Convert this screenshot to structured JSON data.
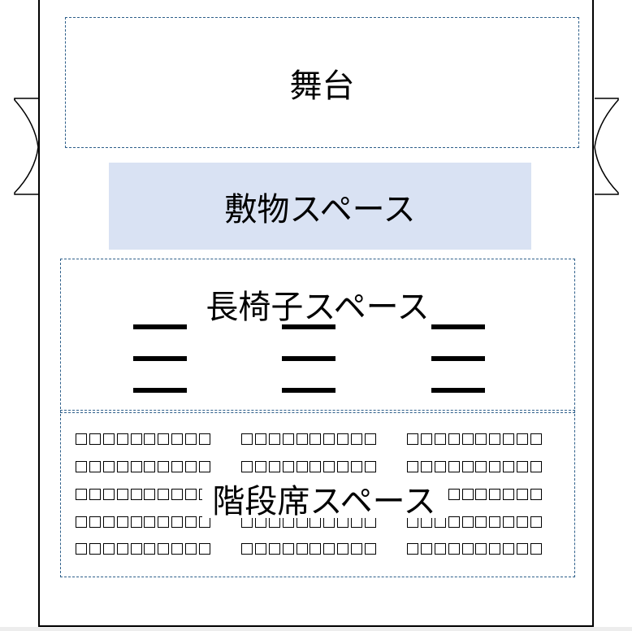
{
  "zones": {
    "stage": "舞台",
    "mat": "敷物スペース",
    "bench": "長椅子スペース",
    "steps": "階段席スペース"
  },
  "colors": {
    "mat_fill": "#d9e2f3",
    "dashed_border": "#2e5f8a"
  },
  "seating": {
    "bench_groups": 3,
    "bench_bars_per_group": 3,
    "step_rows": 5,
    "step_blocks_per_row": 3,
    "seats_per_block": 10
  },
  "doors": [
    "left-double-door",
    "right-double-door"
  ]
}
